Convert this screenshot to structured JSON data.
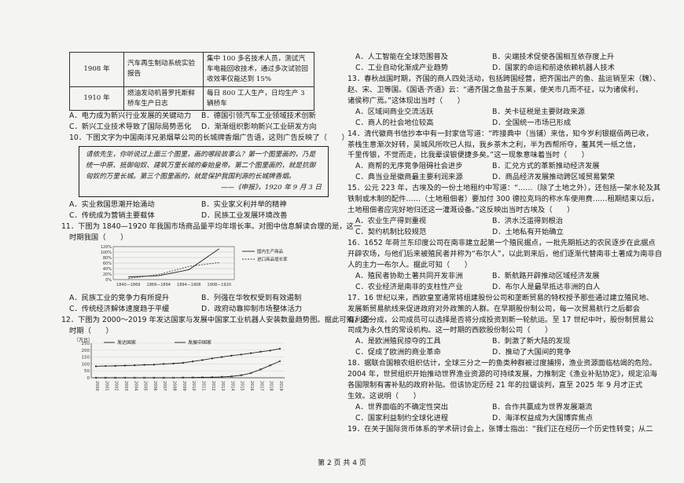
{
  "table": {
    "rows": [
      {
        "year": "1908 年",
        "name": "汽车再生制动系统实验报告",
        "content": "集中 100 多名技术人员，测试汽车电能回收技术，通过多次试验回收效率仅能达到 15%"
      },
      {
        "year": "1910 年",
        "name": "燃油发动机普罗托斯鲜桥车生产日志",
        "content": "每日 800 工人生产，日均生产 3 辆桥车"
      }
    ]
  },
  "q9_options": [
    "A．电力成为新兴行业发展的关键动力",
    "B．德国引领汽车工业领域技术创新",
    "C．新兴工业技术导致了国际局势恶化",
    "D．渐渐组织影响新兴工业研发方向"
  ],
  "q10": {
    "stem": "10．下图文字为中国南洋兄弟烟草公司的长城牌香烟广告语，这则广告反映了（　　）",
    "ad_lines": [
      "请侬先生，你听说过上面三个图里，画的哪段故事么？第一个图里画的，乃是统一中原、抵御匈奴、建筑万里长城的秦始皇帝。第二个图里画的，就是抗御匈奴的万里长城。第三个图里画的，就是保护我国利源的长城牌香烟。"
    ],
    "ad_source": "——《申报》，1920 年 9 月 3 日",
    "options": [
      "A．实业救国思潮开始涌动",
      "B．实业家义利并举的精神",
      "C．传统成为营销主要载体",
      "D．民族工业发展环境改善"
    ]
  },
  "q11": {
    "stem1": "11．下图为 1840—1920 年我国市场商品量平均年增长率。对图中信息解读合理的是，这一",
    "stem2": "时期我国（　　）",
    "options": [
      "A．民族工业的竞争力有所提升",
      "B．列强在华牧权受到有效遏制",
      "C．传统经济解体速度趋于平缓",
      "D．政府动靠抑制市场整体活力"
    ]
  },
  "chart_data": [
    {
      "type": "line",
      "categories": [
        "1840—1869",
        "1869—1894",
        "1894—1908",
        "1908—1920"
      ],
      "ylim": [
        0,
        120
      ],
      "yticks": [
        "0%",
        "20%",
        "40%",
        "60%",
        "80%",
        "100%",
        "120%"
      ],
      "series": [
        {
          "name": "国内生产商品",
          "values": [
            10,
            14,
            36,
            112
          ]
        },
        {
          "name": "进口商品增长率",
          "values": [
            4,
            18,
            48,
            62
          ]
        }
      ]
    },
    {
      "type": "line",
      "ylabel": "（万台）",
      "categories": [
        "2000",
        "2001",
        "2002",
        "2003",
        "2004",
        "2005",
        "2006",
        "2007",
        "2008",
        "2009",
        "2010",
        "2011",
        "2012",
        "2013",
        "2014",
        "2015",
        "2016",
        "2017",
        "2018",
        "2019"
      ],
      "ylim": [
        0,
        250
      ],
      "yticks": [
        "0",
        "50",
        "100",
        "150",
        "200",
        "250"
      ],
      "series": [
        {
          "name": "发达国家",
          "values": [
            83,
            85,
            86,
            88,
            90,
            93,
            95,
            100,
            103,
            108,
            118,
            128,
            140,
            150,
            160,
            168,
            178,
            188,
            197,
            210
          ]
        },
        {
          "name": "发展中国家",
          "values": [
            0,
            0,
            0,
            0,
            0,
            0,
            0,
            0,
            0,
            1,
            2,
            3,
            4,
            6,
            10,
            18,
            34,
            60,
            90,
            120
          ]
        }
      ]
    }
  ],
  "q12": {
    "stem1": "12．下图为 2000～2019 年发达国家与发展中国家工业机器人安装数量趋势图。据此可知，这一",
    "stem2": "时期（　　）"
  },
  "right": {
    "q12_options": [
      "A．人工智能在全球范围普及",
      "B．尖端技术促使各国相互依存度上升",
      "C．工业自动化渐成产业趋势",
      "D．国家的命运和前途依赖机器人技术"
    ],
    "q13": {
      "lines": [
        "13．春秋战国时期，齐国的商人四处活动，包括跨国经营，把齐国出产的鱼、盐运销至宋（魏）、",
        "赵、宋、卫等国。《国语·齐语》云：“通齐国之鱼盐于东莱，使关市几而不征，以为诸侯利，",
        "诸侯称广焉。”这体现出当时（　　）"
      ],
      "options": [
        "A．区域间商业交流活跃",
        "B．关卡征税是主要财政来源",
        "C．商人的社会地位较高",
        "D．全国统一市场已形成"
      ]
    },
    "q14": {
      "lines": [
        "14．清代徽商书信抄本中有一封家信写道：“昨接典中（当铺）来信，知今岁利银据佰两已收，",
        "茶栈生意渐次好转，吴城风所吹已人拟，我乡茶木之利，半为西帮所夺，羞其凭一纸之信，",
        "千里传银，不觉而走，比我辈误银便捷多矣。”这一现象意味着当时（　　）"
      ],
      "options": [
        "A．商帮的无序竞争阻碍社会进步",
        "B．汇兑方式的革新推动经济发展",
        "C．典当业是徽商最主要利润来源",
        "D．商品经济发展推动跨区域贸易繁荣"
      ]
    },
    "q15": {
      "lines": [
        "15．公元 223 年，古埃及的一份土地租约中写道：“……（除了土地之外），还包括一架水轮及其",
        "铁制或木制的配件……（土地租佃者）要加付 300 德拉克玛的称水车使用费……租期结束以后，",
        "土地租佃者应完好地归还这一灌溉设备。”这反映出当时古埃及（　　）"
      ],
      "options": [
        "A．农业生产得到重视",
        "B．洪水泛滥得到根治",
        "C．契约机制比较规范",
        "D．土地私有开始确立"
      ]
    },
    "q16": {
      "lines": [
        "16．1652 年荷兰东印度公司在南非建立起第一个殖民据点，一批先期抵达的农民逐步在此据点",
        "开辟农场，与他们后来被殖民者并称为“布尔人”，以此到来后，他们逐渐代替南非土著成为南非自",
        "人的主力一布尔人。据此可知（　　）"
      ],
      "options": [
        "A．殖民者协助土著共同开发非洲",
        "B．新航路开辟推动区域经济发展",
        "C．农业经济是南非的支柱性产业",
        "D．布尔人是最早抵达非洲的白人"
      ]
    },
    "q17": {
      "lines": [
        "17．16 世纪以来，西欧皇室通常将组建股份公司和垄断贸易的特权授予那些通过建立殖民地、",
        "发展新贸易航线来促进政府对外政策的人群。在早期股份制公司，每一次贸易航行之后都会",
        "有利润分成，公司成员可以选择是否将分成投资到新一轮航运。至 17 世纪中叶，股份制贸易公",
        "司成为永久性的常设机构。这一时期的西欧股份制公司（　　）"
      ],
      "options": [
        "A．是欧洲殖民掠夺的工具",
        "B．刺激了新大陆的发现",
        "C．促成了欧洲的商业革命",
        "D．推动了大国间的竞争"
      ]
    },
    "q18": {
      "lines": [
        "18．据联合国粮农组织估计，全球三分之一的鱼类种群被过度捕捞，渔业资源面临枯竭的危险。",
        "2004 年，世贸组织开始推动世界渔业资源的可持续发展，力推制定《渔业补贴协定》，规定沿海",
        "各国限制有害补贴的政府补贴。但该协定历经 21 年的拉锯谈判，直至 2025 年 9 月才正式",
        "生效。这说明（　　）"
      ],
      "options": [
        "A．世界面临的不确定性突出",
        "B．合作共赢成为世界发展潮流",
        "C．国家利益制约全球化进程",
        "D．海洋权益成为大国博弈焦点"
      ]
    },
    "q19": {
      "lines": [
        "19．在关于国际货币体系的学术研讨会上，张博士指出：“我们正在经历一个历史性转变；从二"
      ]
    }
  },
  "footer": "第 2 页 共 4 页"
}
